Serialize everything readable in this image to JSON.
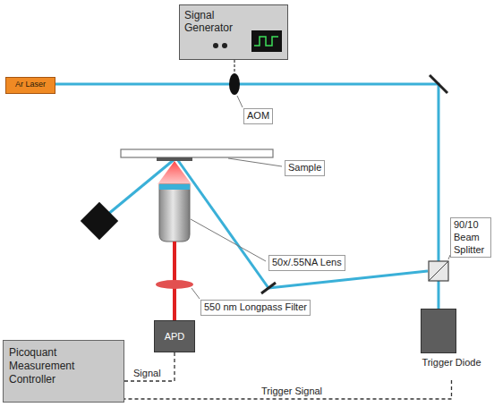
{
  "diagram": {
    "nodes": [
      {
        "text": [
          "Signal Generator"
        ]
      },
      {
        "text": [
          "Ar Laser"
        ]
      },
      {
        "text": [
          "APD"
        ]
      },
      {
        "text": [
          "Picoquant Measurement Controller"
        ]
      },
      {
        "text": [
          "Trigger Diode"
        ]
      }
    ],
    "edges": [
      {
        "from": 2,
        "to": 3,
        "label": "Signal",
        "arrow": "none"
      },
      {
        "from": 4,
        "to": 3,
        "label": "Trigger Signal",
        "arrow": "none"
      }
    ],
    "labels": [
      "AOM",
      "Sample",
      "50x/.55NA Lens",
      "550 nm Longpass Filter",
      "90/10 Beam Splitter"
    ]
  }
}
